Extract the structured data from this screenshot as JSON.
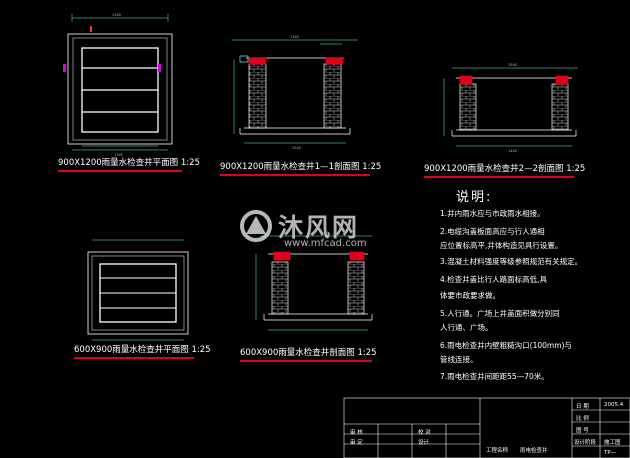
{
  "captions": {
    "plan_900": "900X1200雨量水检查井平面图 1:25",
    "section_900_1": "900X1200雨量水检查井1—1剖面图 1:25",
    "section_900_2": "900X1200雨量水检查井2—2剖面图 1:25",
    "plan_600": "600X900雨量水检查井平面图 1:25",
    "section_600": "600X900雨量水检查井剖面图 1:25"
  },
  "notes": {
    "title": "说明:",
    "items": [
      "1.井内雨水应与市政雨水相接。",
      "2.电缆沟盖板面高应与行人通相",
      "   应位置标高平,井体构造见具行设置。",
      "3.混凝土材料强度等级参照规范有关规定。",
      "4.检查井盖比行人路面标高低,具",
      "   体要市政要求做。",
      "5.人行通。广场上井盖面积做分别同",
      "   人行通、广场。",
      "6.雨电检查井内壁粗糙沟口(100mm)与",
      "   管线连接。",
      "7.雨电检查井间距距55—70米。"
    ]
  },
  "watermark": {
    "name": "沐风网",
    "url": "www.mfcad.com"
  },
  "title_block": {
    "cells": [
      "日 期",
      "2005.4",
      "比 例",
      "图 号",
      "设计阶段",
      "施工图",
      "设计",
      "审 核",
      "审 定",
      "校 对",
      "工程名称",
      "雨电检查井",
      "TP—"
    ]
  }
}
